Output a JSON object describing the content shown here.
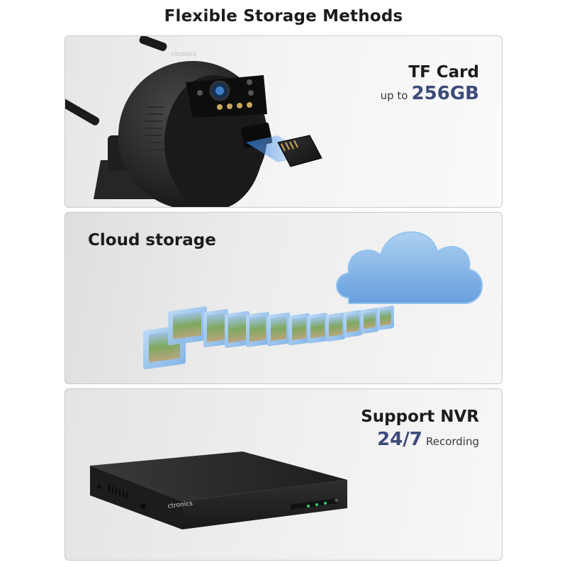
{
  "page": {
    "title": "Flexible Storage Methods"
  },
  "tf_card": {
    "heading": "TF Card",
    "prefix": "up to",
    "capacity": "256GB",
    "camera_brand": "ctronics"
  },
  "cloud": {
    "heading": "Cloud storage"
  },
  "nvr": {
    "heading": "Support NVR",
    "highlight": "24/7",
    "suffix": "Recording",
    "device_brand": "ctronics"
  },
  "colors": {
    "accent_text": "#3c4a7a",
    "cloud_blue": "#7fb2ec",
    "device_black": "#2a2a2a"
  }
}
